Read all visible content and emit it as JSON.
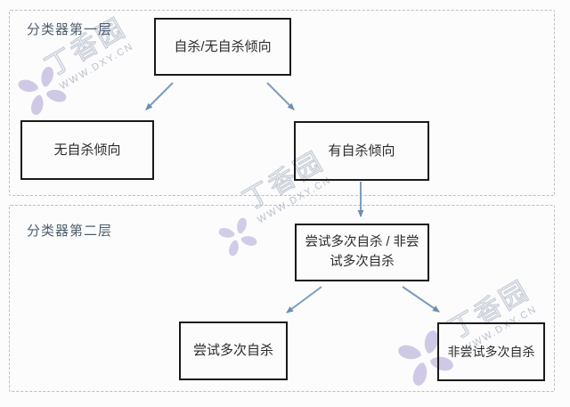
{
  "diagram": {
    "type": "flowchart",
    "sections": [
      {
        "id": "layer1",
        "label": "分类器第一层"
      },
      {
        "id": "layer2",
        "label": "分类器第二层"
      }
    ],
    "nodes": {
      "root": {
        "label": "自杀/无自杀倾向"
      },
      "no_tendency": {
        "label": "无自杀倾向"
      },
      "has_tendency": {
        "label": "有自杀倾向"
      },
      "multi_split": {
        "label": "尝试多次自杀 / 非尝试多次自杀"
      },
      "multi_attempt": {
        "label": "尝试多次自杀"
      },
      "non_multi_attempt": {
        "label": "非尝试多次自杀"
      }
    },
    "edges": [
      {
        "from": "root",
        "to": "no_tendency"
      },
      {
        "from": "root",
        "to": "has_tendency"
      },
      {
        "from": "has_tendency",
        "to": "multi_split"
      },
      {
        "from": "multi_split",
        "to": "multi_attempt"
      },
      {
        "from": "multi_split",
        "to": "non_multi_attempt"
      }
    ]
  },
  "watermark": {
    "brand": "丁香园",
    "url": "WWW.DXY.CN"
  },
  "colors": {
    "arrow": "#7d9cba",
    "arrow_head": "#6d8fae",
    "box_border": "#1a1a1a",
    "section_border": "#b9bfc6",
    "section_label": "#4e5e6e",
    "watermark_outline": "#c7ccd6",
    "flower_petal": "#c9c1e3",
    "background": "#fcfcfd"
  }
}
